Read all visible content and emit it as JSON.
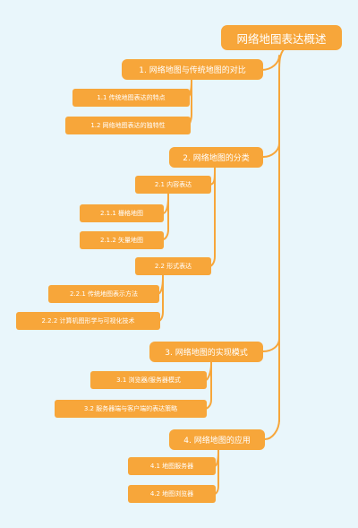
{
  "mindmap": {
    "root": "网络地图表达概述",
    "sections": [
      {
        "title": "1. 网络地图与传统地图的对比",
        "children": [
          {
            "label": "1.1 传统地图表达的特点"
          },
          {
            "label": "1.2 网络地图表达的独特性"
          }
        ]
      },
      {
        "title": "2. 网络地图的分类",
        "children": [
          {
            "label": "2.1 内容表达",
            "children": [
              "2.1.1 栅格地图",
              "2.1.2 矢量地图"
            ]
          },
          {
            "label": "2.2 形式表达",
            "children": [
              "2.2.1 传统地图表示方法",
              "2.2.2 计算机图形学与可视化技术"
            ]
          }
        ]
      },
      {
        "title": "3. 网络地图的实现模式",
        "children": [
          {
            "label": "3.1 浏览器/服务器模式"
          },
          {
            "label": "3.2 服务器端与客户端的表达策略"
          }
        ]
      },
      {
        "title": "4. 网络地图的应用",
        "children": [
          {
            "label": "4.1 地图服务器"
          },
          {
            "label": "4.2 地图浏览器"
          }
        ]
      }
    ]
  },
  "colors": {
    "background": "#e9f6fb",
    "node": "#f7a63a",
    "line": "#f7a63a",
    "text": "#ffffff"
  }
}
